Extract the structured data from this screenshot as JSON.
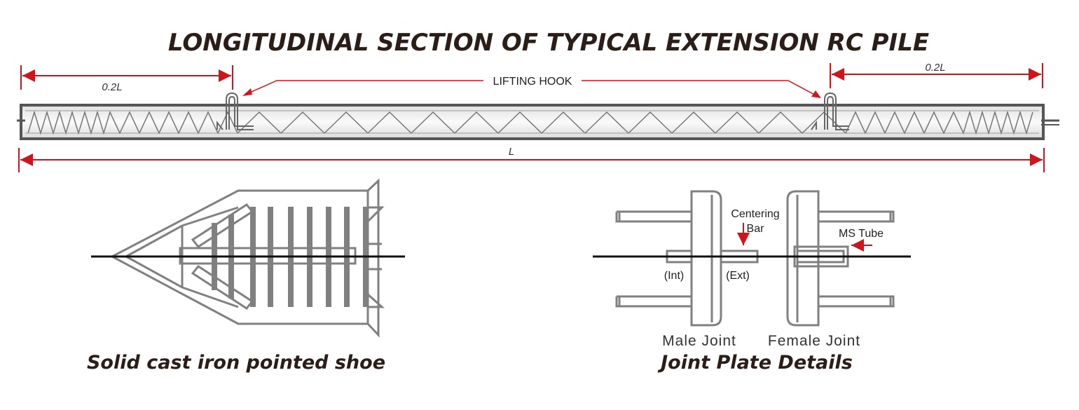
{
  "title": "LONGITUDINAL SECTION OF TYPICAL EXTENSION RC PILE",
  "pile": {
    "dim_left": "0.2L",
    "dim_right": "0.2L",
    "dim_total": "L",
    "hook_label": "LIFTING HOOK"
  },
  "shoe": {
    "caption": "Solid cast iron pointed shoe"
  },
  "joint": {
    "caption": "Joint Plate Details",
    "centering_bar": [
      "Centering",
      "Bar"
    ],
    "ms_tube": "MS Tube",
    "int_label": "(Int)",
    "ext_label": "(Ext)",
    "male_label": "Male Joint",
    "female_label": "Female Joint"
  },
  "colors": {
    "dimension_red": "#d0141c",
    "steel_grey": "#808080",
    "outline_dark": "#555555",
    "text_dark": "#2b1d18"
  }
}
